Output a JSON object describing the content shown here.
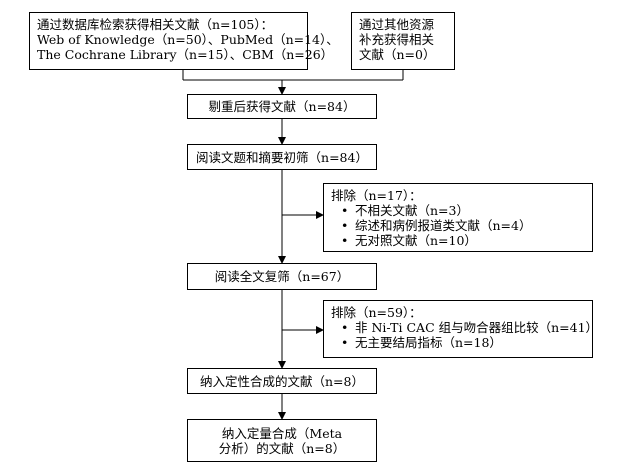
{
  "boxes": {
    "db_search": {
      "line1": "通过数据库检索获得相关文献（n=105）：",
      "line2": "Web of Knowledge（n=50）、PubMed（n=14）、",
      "line3": "The Cochrane Library（n=15）、CBM（n=26）"
    },
    "other_sources": {
      "line1": "通过其他资源",
      "line2": "补充获得相关",
      "line3": "文献（n=0）"
    },
    "dedup": "剔重后获得文献（n=84）",
    "title_abstract": "阅读文题和摘要初筛（n=84）",
    "exclusion1": {
      "heading": "排除（n=17）：",
      "items": [
        "不相关文献（n=3）",
        "综述和病例报道类文献（n=4）",
        "无对照文献（n=10）"
      ]
    },
    "fulltext": "阅读全文复筛（n=67）",
    "exclusion2": {
      "heading": "排除（n=59）：",
      "items": [
        "非 Ni-Ti CAC 组与吻合器组比较（n=41）",
        "无主要结局指标（n=18）"
      ]
    },
    "qualitative": "纳入定性合成的文献（n=8）",
    "quantitative": {
      "line1": "纳入定量合成（Meta",
      "line2": "分析）的文献（n=8）"
    }
  }
}
